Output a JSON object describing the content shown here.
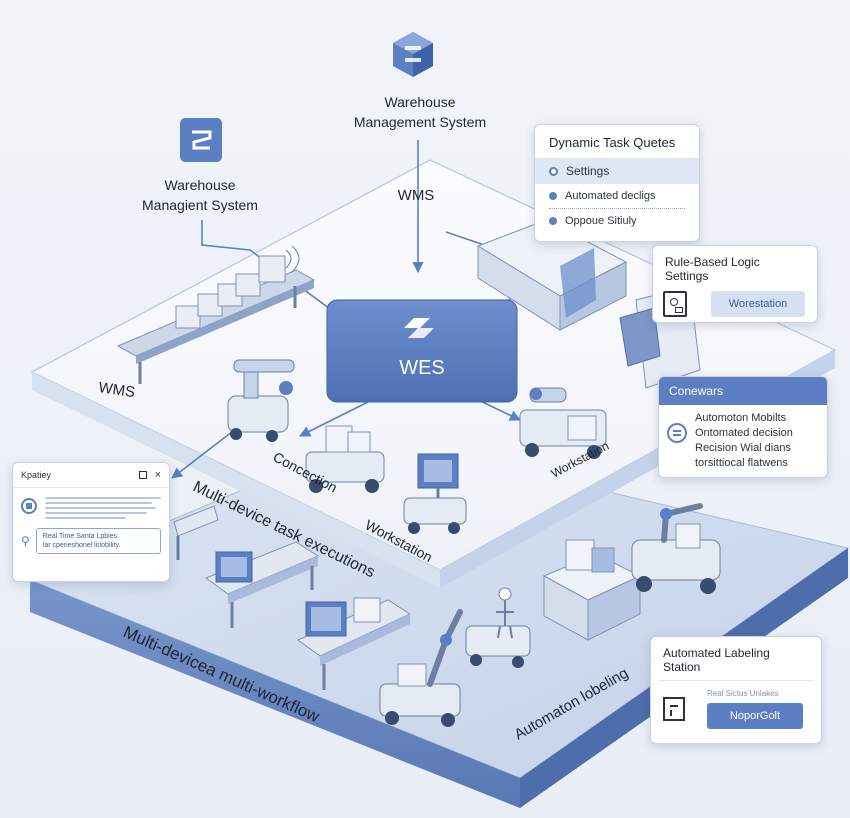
{
  "top_node": {
    "line1": "Warehouse",
    "line2": "Management System"
  },
  "left_node": {
    "line1": "Warehouse",
    "line2": "Managient System"
  },
  "wms_center": "WMS",
  "wms_left": "WMS",
  "wes": "WES",
  "top_layer_labels": {
    "tasks": "Multi-device task executions",
    "concection": "Concection",
    "workstation_center": "Workstation",
    "workstation_right": "Workstation"
  },
  "bottom_layer_labels": {
    "workflow": "Multi-devicea multi-workflow",
    "labeling": "Automaton lobeling"
  },
  "panels": {
    "dynamic_task": {
      "title": "Dynamic Task Quetes",
      "items": [
        "Settings",
        "Automated decligs",
        "Oppoue Sitiuly"
      ]
    },
    "rule_based": {
      "title": "Rule-Based Logic Settings",
      "button": "Worestation"
    },
    "conewars": {
      "title": "Conewars",
      "lines": [
        "Automoton Mobilts",
        "Ontomated decision",
        "Recision Wial dians",
        "torsittiocal flatwens"
      ]
    },
    "kpatiey": {
      "title": "Kpatiey",
      "info_line1": "Real Time Santa Lpbies",
      "info_line2": "lar cpeneshonel liriobility."
    },
    "labeling_station": {
      "title": "Automated Labeling Station",
      "status": "Real Sictus Unlakes",
      "button": "NoporGolt"
    }
  },
  "colors": {
    "accent": "#5b7fc2",
    "accent_dark": "#3f63a8",
    "platform_top": "#f6f8fc",
    "platform_bottom": "#c9d6ea"
  }
}
